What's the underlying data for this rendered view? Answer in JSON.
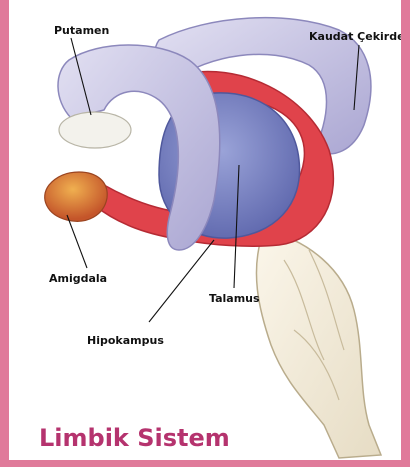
{
  "title": "Limbik Sistem",
  "labels": {
    "putamen": "Putamen",
    "kaudat": "Kaudat Çekirdek",
    "amigdala": "Amigdala",
    "talamus": "Talamus",
    "hipokampus": "Hipokampus"
  },
  "colors": {
    "frame": "#e07a9a",
    "caption": "#b5336e",
    "putamen_caudate": "#c9c6e4",
    "thalamus": "#7d86c4",
    "hippocampus": "#e0434b",
    "amygdala": "#d9702e",
    "brainstem": "#f2ead8"
  }
}
